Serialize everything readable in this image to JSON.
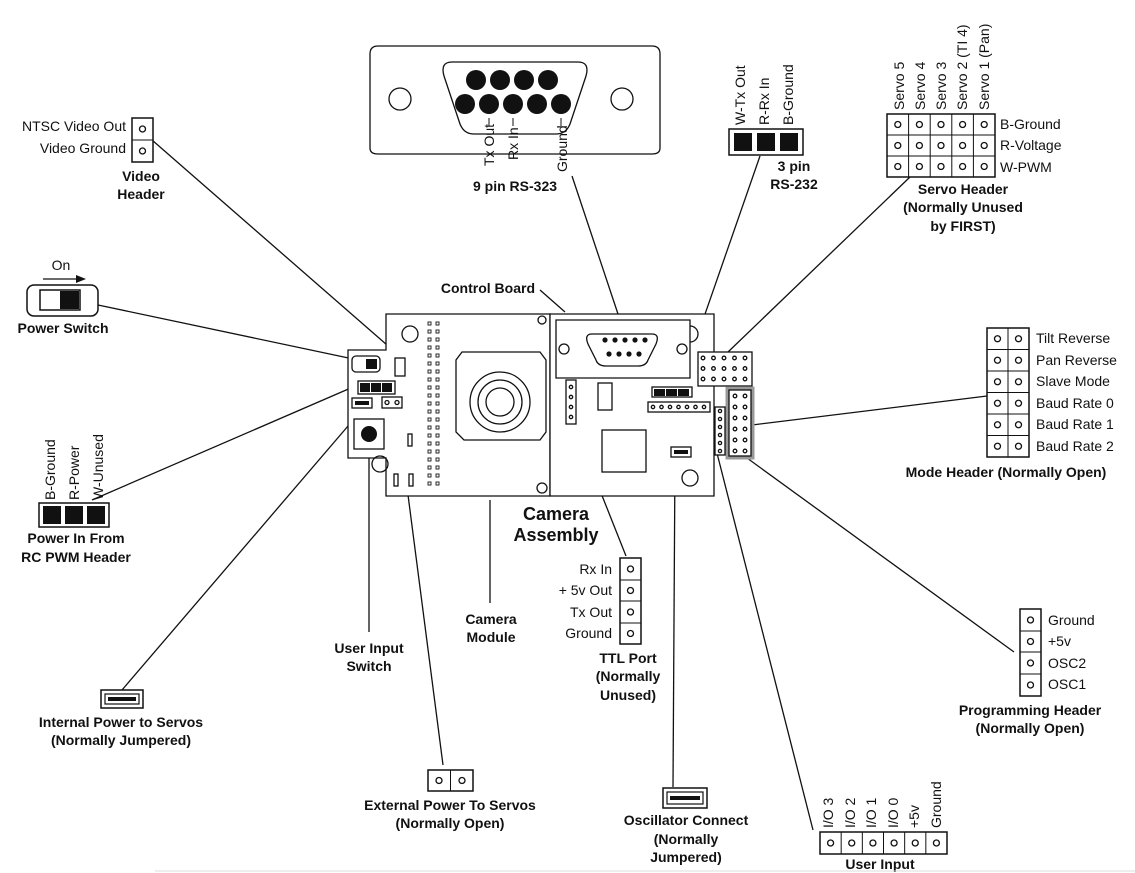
{
  "labels": {
    "db9_pins": [
      "Tx Out",
      "Rx In",
      "Ground"
    ],
    "db9_title": "9 pin RS-323",
    "rs232_pins": [
      "W-Tx Out",
      "R-Rx In",
      "B-Ground"
    ],
    "rs232_title": [
      "3 pin",
      "RS-232"
    ],
    "servo_cols": [
      "Servo 5",
      "Servo 4",
      "Servo 3",
      "Servo 2 (TI 4)",
      "Servo 1 (Pan)"
    ],
    "servo_rows": [
      "B-Ground",
      "R-Voltage",
      "W-PWM"
    ],
    "servo_title": [
      "Servo Header",
      "(Normally Unused",
      "by FIRST)"
    ],
    "video_rows": [
      "NTSC Video Out",
      "Video Ground"
    ],
    "video_title": [
      "Video",
      "Header"
    ],
    "power_switch_on": "On",
    "power_switch_title": "Power Switch",
    "control_board": "Control Board",
    "mode_rows": [
      "Tilt Reverse",
      "Pan Reverse",
      "Slave Mode",
      "Baud Rate 0",
      "Baud Rate 1",
      "Baud Rate 2"
    ],
    "mode_title": "Mode Header (Normally Open)",
    "power_in_pins": [
      "B-Ground",
      "R-Power",
      "W-Unused"
    ],
    "power_in_title": [
      "Power In From",
      "RC PWM Header"
    ],
    "camera_assembly": [
      "Camera",
      "Assembly"
    ],
    "camera_module": [
      "Camera",
      "Module"
    ],
    "user_input_switch": [
      "User Input",
      "Switch"
    ],
    "ttl_rows": [
      "Rx In",
      "+ 5v Out",
      "Tx Out",
      "Ground"
    ],
    "ttl_title": [
      "TTL Port",
      "(Normally",
      "Unused)"
    ],
    "prog_rows": [
      "Ground",
      "+5v",
      "OSC2",
      "OSC1"
    ],
    "prog_title": [
      "Programming Header",
      "(Normally Open)"
    ],
    "internal_power": [
      "Internal Power to Servos",
      "(Normally Jumpered)"
    ],
    "external_power": [
      "External Power To Servos",
      "(Normally Open)"
    ],
    "osc_connect": [
      "Oscillator Connect",
      "(Normally",
      "Jumpered)"
    ],
    "user_input_pins": [
      "I/O 3",
      "I/O 2",
      "I/O 1",
      "I/O 0",
      "+5v",
      "Ground"
    ],
    "user_input_title": "User Input"
  }
}
